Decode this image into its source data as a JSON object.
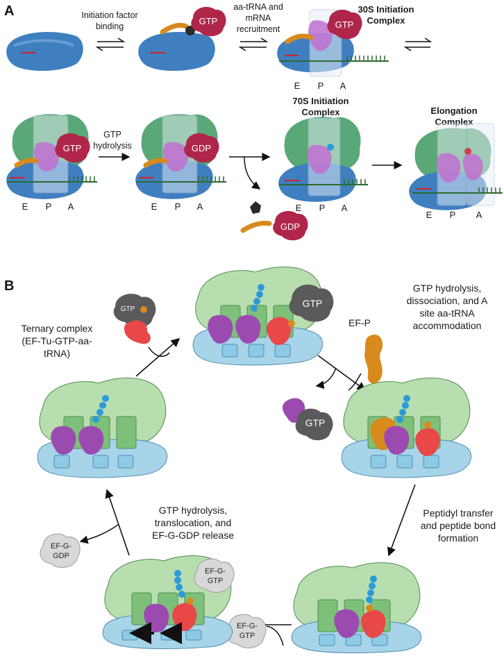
{
  "panels": {
    "a": "A",
    "b": "B"
  },
  "panel_a": {
    "step1_label": [
      "Initiation factor",
      "binding"
    ],
    "step2_label": [
      "aa-tRNA and",
      "mRNA",
      "recruitment"
    ],
    "complex_30s": [
      "30S Initiation",
      "Complex"
    ],
    "gtp_hydrolysis": [
      "GTP",
      "hydrolysis"
    ],
    "complex_70s": [
      "70S Initiation",
      "Complex"
    ],
    "elongation": [
      "Elongation",
      "Complex"
    ],
    "site_e": "E",
    "site_p": "P",
    "site_a": "A",
    "gtp": "GTP",
    "gdp": "GDP"
  },
  "panel_b": {
    "ternary": [
      "Ternary complex",
      "(EF-Tu-GTP-aa-",
      "tRNA)"
    ],
    "efp": "EF-P",
    "gtp_hydrolysis_accom": [
      "GTP hydrolysis,",
      "dissociation, and A",
      "site aa-tRNA",
      "accommodation"
    ],
    "peptidyl": [
      "Peptidyl transfer",
      "and peptide bond",
      "formation"
    ],
    "translocation": [
      "GTP hydrolysis,",
      "translocation, and",
      "EF-G-GDP release"
    ],
    "efg_gtp": [
      "EF-G-",
      "GTP"
    ],
    "efg_gdp": [
      "EF-G-",
      "GDP"
    ],
    "gtp": "GTP"
  },
  "colors": {
    "ribosome_small": "#3f7fc0",
    "ribosome_large": "#5aa877",
    "gtp_factor": "#b0264a",
    "trna_p": "#c070d0",
    "if_orange": "#d88a1c",
    "mrna": "#2d6a2d",
    "b_large": "#b8deb0",
    "b_small": "#a8d4ea",
    "b_trna_purple": "#9b4bb0",
    "b_trna_red": "#e84848",
    "b_peptide": "#2a9ad8",
    "b_grey": "#5a5a5a",
    "b_efg": "#d8d8d8"
  }
}
